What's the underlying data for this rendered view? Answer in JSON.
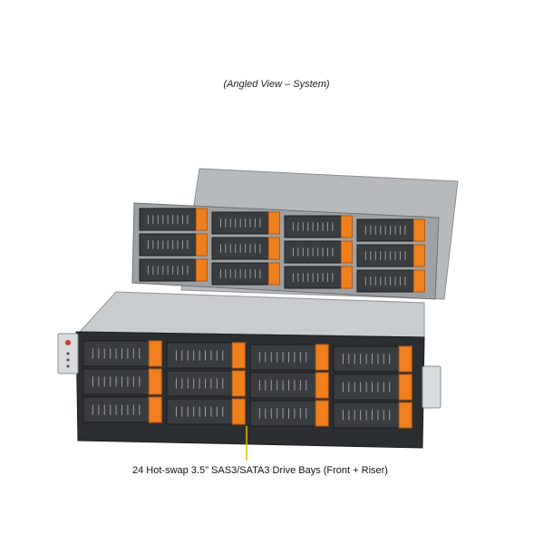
{
  "caption": "(Angled View – System)",
  "callout": {
    "text": "24 Hot-swap 3.5\" SAS3/SATA3 Drive Bays (Front + Riser)"
  },
  "colors": {
    "chassis": "#c9cccf",
    "drive_face": "#3a3d40",
    "drive_latch": "#f07f1e",
    "callout_line": "#e6b800"
  },
  "drives": {
    "front_rows": 3,
    "front_cols": 4,
    "riser_rows": 3,
    "riser_cols": 4
  }
}
